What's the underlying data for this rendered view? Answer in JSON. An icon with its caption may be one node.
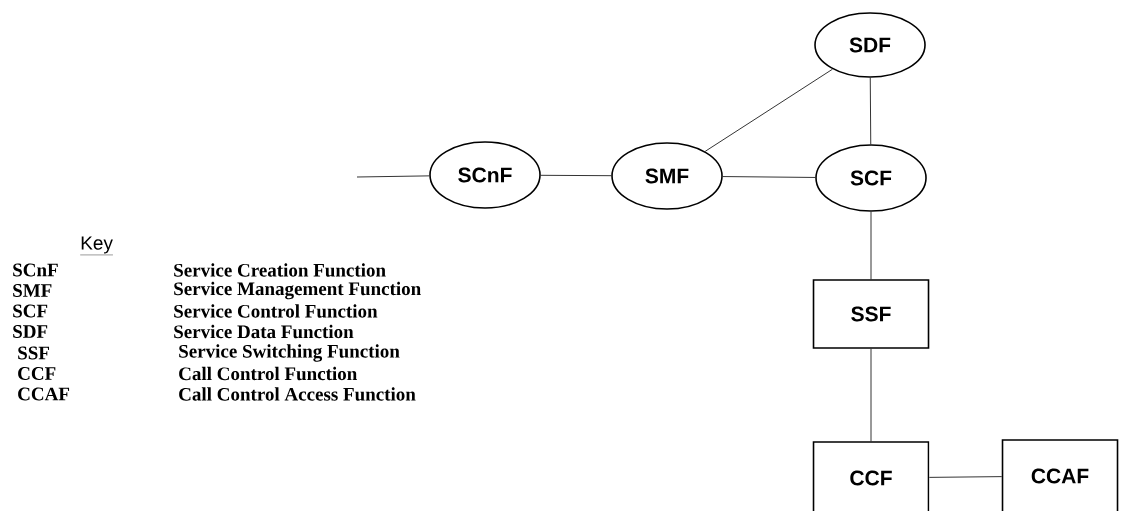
{
  "diagram": {
    "nodes": [
      {
        "text": [
          "SDF"
        ]
      },
      {
        "text": [
          "SCnF"
        ]
      },
      {
        "text": [
          "SMF"
        ]
      },
      {
        "text": [
          "SCF"
        ]
      },
      {
        "text": [
          "SSF"
        ]
      },
      {
        "text": [
          "CCF"
        ]
      },
      {
        "text": [
          "CCAF"
        ]
      }
    ],
    "edges": [
      {
        "from": null,
        "to": 1,
        "arrow": "none"
      },
      {
        "from": 1,
        "to": 2,
        "arrow": "none"
      },
      {
        "from": 2,
        "to": 0,
        "arrow": "none"
      },
      {
        "from": 0,
        "to": 3,
        "arrow": "none"
      },
      {
        "from": 2,
        "to": 3,
        "arrow": "none"
      },
      {
        "from": 3,
        "to": 4,
        "arrow": "none"
      },
      {
        "from": 4,
        "to": 5,
        "arrow": "none"
      },
      {
        "from": 5,
        "to": 6,
        "arrow": "none"
      }
    ],
    "labels": [
      "Key",
      "SCnF",
      "Service Creation Function",
      "SMF",
      "Service Management Function",
      "SCF",
      "Service Control Function",
      "SDF",
      "Service Data Function",
      "SSF",
      "Service Switching Function",
      "CCF",
      "Call Control Function",
      "CCAF",
      "Call Control Access Function"
    ]
  }
}
